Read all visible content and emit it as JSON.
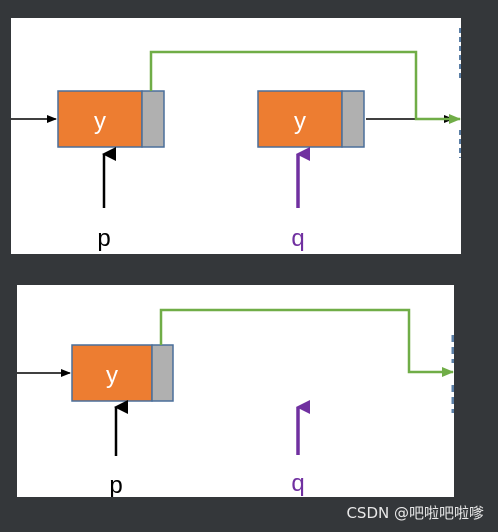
{
  "colors": {
    "background": "#34373a",
    "panel": "#ffffff",
    "node_fill": "#ed7d31",
    "pointer_field": "#b0b0b0",
    "node_border": "#4a6f9a",
    "link_green": "#70ad47",
    "pointer_black": "#000000",
    "pointer_purple": "#7030a0"
  },
  "top_diagram": {
    "node_left_label": "y",
    "node_right_label": "y",
    "pointer_p_label": "p",
    "pointer_q_label": "q"
  },
  "bottom_diagram": {
    "node_label": "y",
    "pointer_p_label": "p",
    "pointer_q_label": "q"
  },
  "watermark": "CSDN @吧啦吧啦嗲"
}
